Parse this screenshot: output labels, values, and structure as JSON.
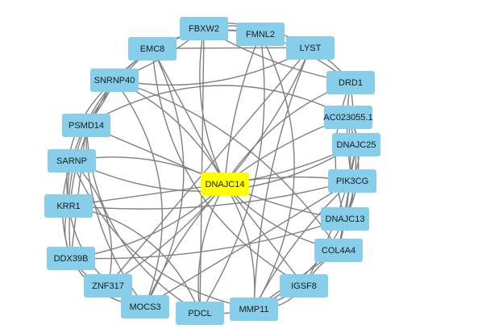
{
  "colors": {
    "node": "#87CEEB",
    "hub": "#FFFF00",
    "edge": "#808080"
  },
  "hub": "DNAJC14",
  "nodes": [
    {
      "id": "FBXW2",
      "label": "FBXW2"
    },
    {
      "id": "FMNL2",
      "label": "FMNL2"
    },
    {
      "id": "EMC8",
      "label": "EMC8"
    },
    {
      "id": "LYST",
      "label": "LYST"
    },
    {
      "id": "SNRNP40",
      "label": "SNRNP40"
    },
    {
      "id": "DRD1",
      "label": "DRD1"
    },
    {
      "id": "AC023055.1",
      "label": "AC023055.1"
    },
    {
      "id": "PSMD14",
      "label": "PSMD14"
    },
    {
      "id": "DNAJC25",
      "label": "DNAJC25"
    },
    {
      "id": "SARNP",
      "label": "SARNP"
    },
    {
      "id": "DNAJC14",
      "label": "DNAJC14"
    },
    {
      "id": "PIK3CG",
      "label": "PIK3CG"
    },
    {
      "id": "KRR1",
      "label": "KRR1"
    },
    {
      "id": "DNAJC13",
      "label": "DNAJC13"
    },
    {
      "id": "COL4A4",
      "label": "COL4A4"
    },
    {
      "id": "DDX39B",
      "label": "DDX39B"
    },
    {
      "id": "ZNF317",
      "label": "ZNF317"
    },
    {
      "id": "IGSF8",
      "label": "IGSF8"
    },
    {
      "id": "MOCS3",
      "label": "MOCS3"
    },
    {
      "id": "PDCL",
      "label": "PDCL"
    },
    {
      "id": "MMP11",
      "label": "MMP11"
    }
  ],
  "edges": [
    [
      "FBXW2",
      "FMNL2"
    ],
    [
      "FBXW2",
      "LYST"
    ],
    [
      "FBXW2",
      "SNRNP40"
    ],
    [
      "FBXW2",
      "PDCL"
    ],
    [
      "FBXW2",
      "DRD1"
    ],
    [
      "FMNL2",
      "EMC8"
    ],
    [
      "FMNL2",
      "SNRNP40"
    ],
    [
      "FMNL2",
      "MMP11"
    ],
    [
      "FMNL2",
      "PDCL"
    ],
    [
      "FMNL2",
      "DRD1"
    ],
    [
      "EMC8",
      "LYST"
    ],
    [
      "EMC8",
      "PSMD14"
    ],
    [
      "EMC8",
      "SARNP"
    ],
    [
      "EMC8",
      "IGSF8"
    ],
    [
      "EMC8",
      "MOCS3"
    ],
    [
      "LYST",
      "SNRNP40"
    ],
    [
      "LYST",
      "DRD1"
    ],
    [
      "LYST",
      "ZNF317"
    ],
    [
      "LYST",
      "MMP11"
    ],
    [
      "SNRNP40",
      "DDX39B"
    ],
    [
      "SNRNP40",
      "KRR1"
    ],
    [
      "SNRNP40",
      "MOCS3"
    ],
    [
      "SNRNP40",
      "COL4A4"
    ],
    [
      "SNRNP40",
      "PSMD14"
    ],
    [
      "DRD1",
      "DNAJC25"
    ],
    [
      "DRD1",
      "PIK3CG"
    ],
    [
      "DRD1",
      "DNAJC13"
    ],
    [
      "AC023055.1",
      "PSMD14"
    ],
    [
      "AC023055.1",
      "PIK3CG"
    ],
    [
      "AC023055.1",
      "DNAJC13"
    ],
    [
      "AC023055.1",
      "COL4A4"
    ],
    [
      "PSMD14",
      "DDX39B"
    ],
    [
      "PSMD14",
      "KRR1"
    ],
    [
      "PSMD14",
      "MOCS3"
    ],
    [
      "PSMD14",
      "PDCL"
    ],
    [
      "DNAJC25",
      "SARNP"
    ],
    [
      "DNAJC25",
      "DNAJC13"
    ],
    [
      "DNAJC25",
      "IGSF8"
    ],
    [
      "DNAJC25",
      "COL4A4"
    ],
    [
      "SARNP",
      "KRR1"
    ],
    [
      "SARNP",
      "DDX39B"
    ],
    [
      "SARNP",
      "MMP11"
    ],
    [
      "SARNP",
      "ZNF317"
    ],
    [
      "PIK3CG",
      "DNAJC13"
    ],
    [
      "PIK3CG",
      "KRR1"
    ],
    [
      "PIK3CG",
      "MOCS3"
    ],
    [
      "PIK3CG",
      "MMP11"
    ],
    [
      "KRR1",
      "DDX39B"
    ],
    [
      "KRR1",
      "MOCS3"
    ],
    [
      "KRR1",
      "PDCL"
    ],
    [
      "DNAJC13",
      "MMP11"
    ],
    [
      "DNAJC13",
      "DDX39B"
    ],
    [
      "COL4A4",
      "MMP11"
    ],
    [
      "COL4A4",
      "IGSF8"
    ],
    [
      "DDX39B",
      "ZNF317"
    ],
    [
      "DDX39B",
      "MOCS3"
    ],
    [
      "IGSF8",
      "MMP11"
    ],
    [
      "IGSF8",
      "PDCL"
    ],
    [
      "ZNF317",
      "MOCS3"
    ]
  ]
}
